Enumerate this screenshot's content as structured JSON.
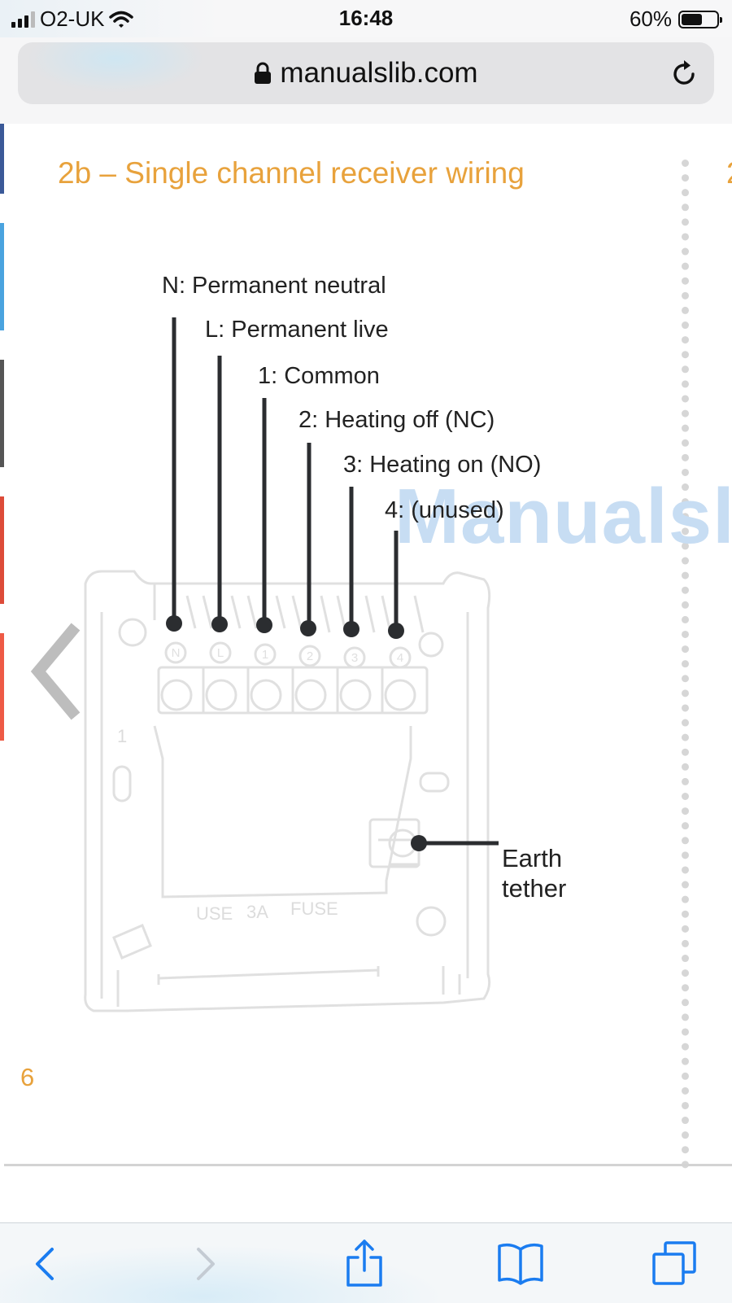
{
  "status_bar": {
    "carrier": "O2-UK",
    "time": "16:48",
    "battery_percent": "60%",
    "battery_level": 0.6,
    "signal_bars": 3,
    "signal_bars_total": 4
  },
  "browser": {
    "url": "manualslib.com",
    "secure": true
  },
  "document": {
    "section_title": "2b – Single channel receiver wiring",
    "next_title_fragment": "2",
    "watermark": "Manualsl",
    "page_number": "6",
    "terminal_labels": [
      {
        "id": "N",
        "label": "N: Permanent neutral"
      },
      {
        "id": "L",
        "label": "L: Permanent live"
      },
      {
        "id": "1",
        "label": "1: Common"
      },
      {
        "id": "2",
        "label": "2: Heating off (NC)"
      },
      {
        "id": "3",
        "label": "3: Heating on (NO)"
      },
      {
        "id": "4",
        "label": "4: (unused)"
      }
    ],
    "terminal_markings": [
      "N",
      "L",
      "1",
      "2",
      "3",
      "4"
    ],
    "earth_label": "Earth\ntether",
    "board_markings": [
      "USE",
      "3A",
      "FUSE"
    ],
    "board_side_mark": "1"
  },
  "colors": {
    "accent": "#e8a23c",
    "wire": "#2b2d30",
    "drawing": "#e3e3e3",
    "watermark": "#c7ddf3",
    "left_strip": [
      "#3b5998",
      "#4aa3df",
      "#555555",
      "#dd4b39",
      "#ee5a45"
    ]
  },
  "toolbar": {
    "buttons": [
      "back",
      "forward",
      "share",
      "bookmarks",
      "tabs"
    ],
    "icons": [
      "chevron-left-icon",
      "chevron-right-icon",
      "share-icon",
      "book-icon",
      "tabs-icon"
    ]
  }
}
